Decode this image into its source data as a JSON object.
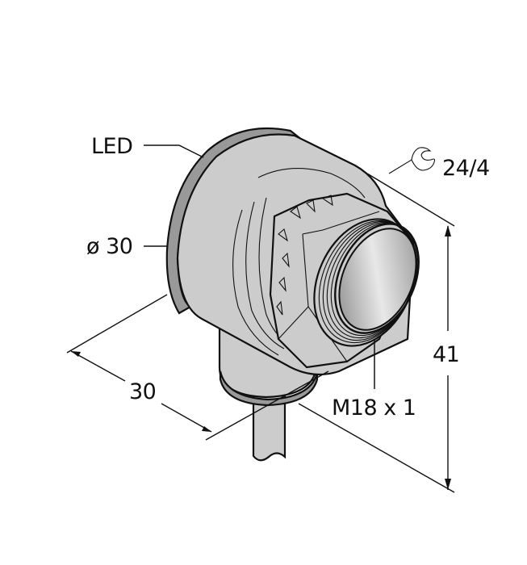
{
  "drawing": {
    "subject": "Right-angle M18 photoelectric sensor with cable",
    "background_color": "#ffffff",
    "body_color": "#cccccc",
    "ring_color": "#999999",
    "lens_gradient": [
      "#888888",
      "#e6e6e6",
      "#9a9a9a"
    ]
  },
  "labels": {
    "led": "LED",
    "diameter": "ø 30",
    "wrench_size": "24/4",
    "depth": "30",
    "height": "41",
    "thread": "M18 x 1"
  },
  "icons": {
    "wrench": "wrench-icon"
  }
}
